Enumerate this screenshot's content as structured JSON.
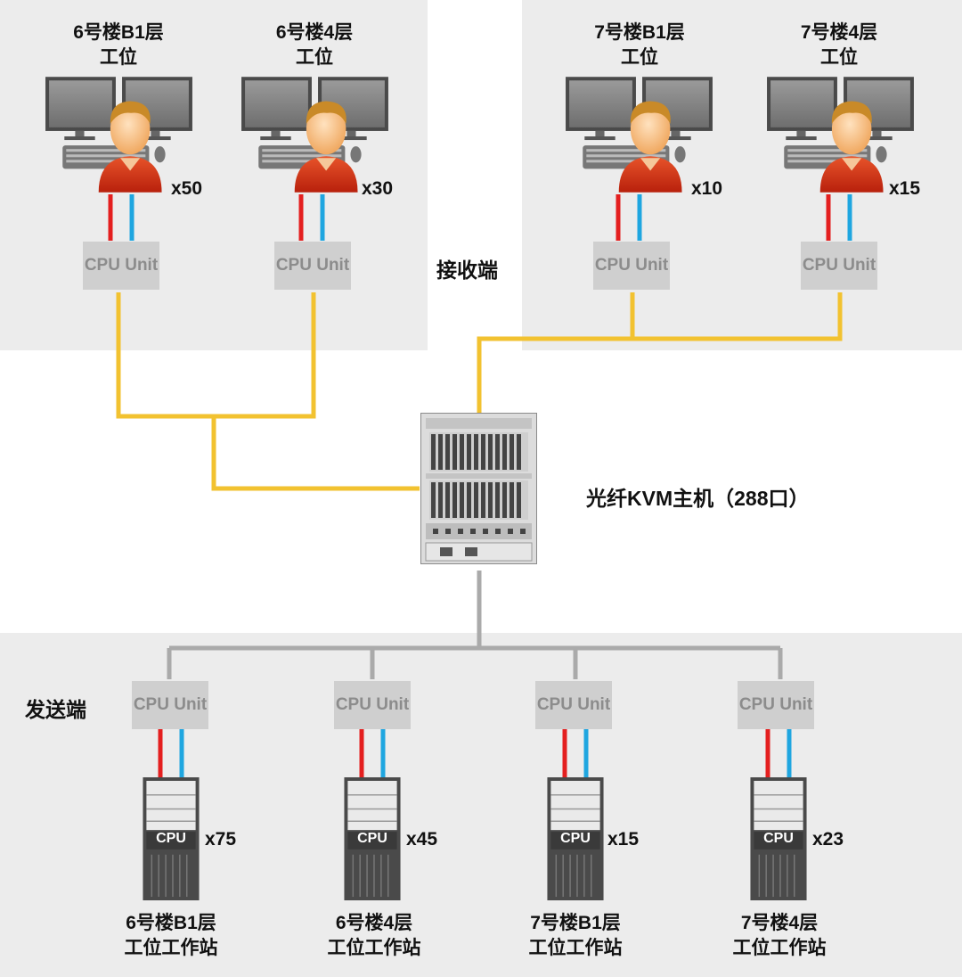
{
  "receiver": {
    "label": "接收端",
    "stations": [
      {
        "line1": "6号楼B1层",
        "line2": "工位",
        "count": "x50",
        "unit": "CPU Unit"
      },
      {
        "line1": "6号楼4层",
        "line2": "工位",
        "count": "x30",
        "unit": "CPU Unit"
      },
      {
        "line1": "7号楼B1层",
        "line2": "工位",
        "count": "x10",
        "unit": "CPU Unit"
      },
      {
        "line1": "7号楼4层",
        "line2": "工位",
        "count": "x15",
        "unit": "CPU Unit"
      }
    ]
  },
  "kvm": {
    "label": "光纤KVM主机（288口）"
  },
  "sender": {
    "label": "发送端",
    "stations": [
      {
        "unit": "CPU Unit",
        "count": "x75",
        "tower": "CPU",
        "line1": "6号楼B1层",
        "line2": "工位工作站"
      },
      {
        "unit": "CPU Unit",
        "count": "x45",
        "tower": "CPU",
        "line1": "6号楼4层",
        "line2": "工位工作站"
      },
      {
        "unit": "CPU Unit",
        "count": "x15",
        "tower": "CPU",
        "line1": "7号楼B1层",
        "line2": "工位工作站"
      },
      {
        "unit": "CPU Unit",
        "count": "x23",
        "tower": "CPU",
        "line1": "7号楼4层",
        "line2": "工位工作站"
      }
    ]
  },
  "colors": {
    "fiber": "#f2c230",
    "network": "#aaaaaa",
    "cable_red": "#e41f1f",
    "cable_blue": "#1fa6e0",
    "panel": "#ececec"
  }
}
